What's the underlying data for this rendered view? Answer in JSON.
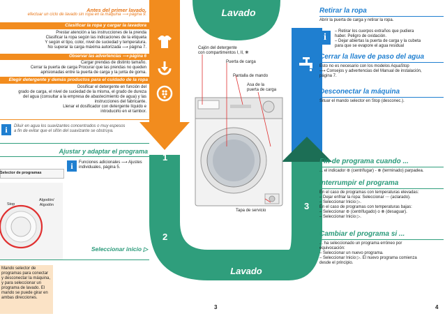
{
  "colors": {
    "orange": "#f28c1e",
    "blue": "#1f7fd0",
    "green": "#2f9e7c",
    "dark_green": "#1c6e55"
  },
  "left": {
    "antes_title": "Antes del primer lavado,",
    "antes_sub": "efectuar un ciclo de lavado sin ropa en la máquina ⟶ página 9.",
    "clasificar_head": "Clasificar la ropa y cargar la lavadora",
    "clasificar_text": "Prestar atención a las instrucciones de la prenda\nClasificar la ropa según las indicaciones de la etiqueta\nY según el tipo, color, nivel de suciedad y temperatura.\nNo superar la carga máxima autorizada ⟶ página 7.",
    "observar_head": "Observar las advertencias ⟶ página 6",
    "observar_text": "Cargar prendas de distinto tamaño.\nCerrar la puerta de carga Procurar que las prendas no queden\naprisionadas entre la puerta de carga y la junta de goma.",
    "elegir_head": "Elegir detergente y demás productos para el cuidado de la ropa",
    "elegir_text": "Dosificar el detergente en función del\ngrado de carga, el nivel de suciedad de la misma, el grado de dureza\ndel agua (consultar a la empresa de abastecimiento de agua) y las\ninstrucciones del fabricante.\nLlenar el dosificador con detergente líquido e\nintroducirlo en el tambor.",
    "diluir_text": "Diluir en agua los suavizantes concentrados o muy espesos\na fin de evitar que el sifón del suavizante se obstruya.",
    "ajustar_head": "Ajustar y adaptar el programa",
    "funciones_text": "Funciones adicionales ⟶ Ajustes\nindividuales, página 5.",
    "selector_label": "Selector de programas",
    "dial_stop": "Stop",
    "dial_right": "Algodón/\nAlgodón",
    "seleccionar": "Seleccionar inicio ▷",
    "mando_text": "Mando selector de\nprogramas para conectar\ny desconectar la máquina,\ny para seleccionar un\nprograma de lavado. El\nmando se puede girar en\nambas direcciones."
  },
  "center": {
    "top_label": "Lavado",
    "bottom_label": "Lavado",
    "step1": "1",
    "step2": "2",
    "step3": "3",
    "cajon": "Cajón del detergente\ncon compartimentos I, II, ❋",
    "puerta": "Puerta de carga",
    "pantalla": "Pantalla de mando",
    "asa": "Asa de la\npuerta de carga",
    "tapa": "Tapa de servicio",
    "page_num": "3"
  },
  "right": {
    "retirar_head": "Retirar la ropa",
    "retirar_text": "Abrir la puerta de carga y retirar la ropa.",
    "retirar_info": "– Retirar los cuerpos extraños que pudiera\n   haber. Peligro de oxidación.\n– Dejar abiertas la puerta de carga y la cubeta\n   para que se evapore el agua residual",
    "cerrar_head": "Cerrar la llave de paso del agua",
    "cerrar_text": "Esto no es necesario con los modelos AquaStop\n⟶ Consejos y advertencias del Manual de instalación,\npágina 7.",
    "desconectar_head": "Desconectar la máquina",
    "desconectar_text": "Situar el mando selector en Stop (desconec.).",
    "fin_head": "Fin de programa cuando ...",
    "fin_text": "... el indicador ⊛ (centrifugar) - ⊗ (terminado) parpadea.",
    "interrumpir_head": "Interrumpir el programa",
    "interrumpir_text": "En el caso de programas con temperaturas elevadas:\n– Dejar enfriar la ropa: Seleccionar ⋯ (aclarado).\n– Seleccionar Inicio ▷.\nEn el caso de programas con temperaturas bajas:\n– Seleccionar ⊛ (centrifugado) o ⊗ (desaguar).\n– Seleccionar Inicio ▷.",
    "cambiar_head": "Cambiar el programa si ...",
    "cambiar_text": "... ha seleccionado un programa erróneo por\nequivocación:\n– Seleccionar un nuevo programa.\n– Seleccionar Inicio ▷. El nuevo programa comienza\n   desde el principio.",
    "page_num": "4"
  }
}
